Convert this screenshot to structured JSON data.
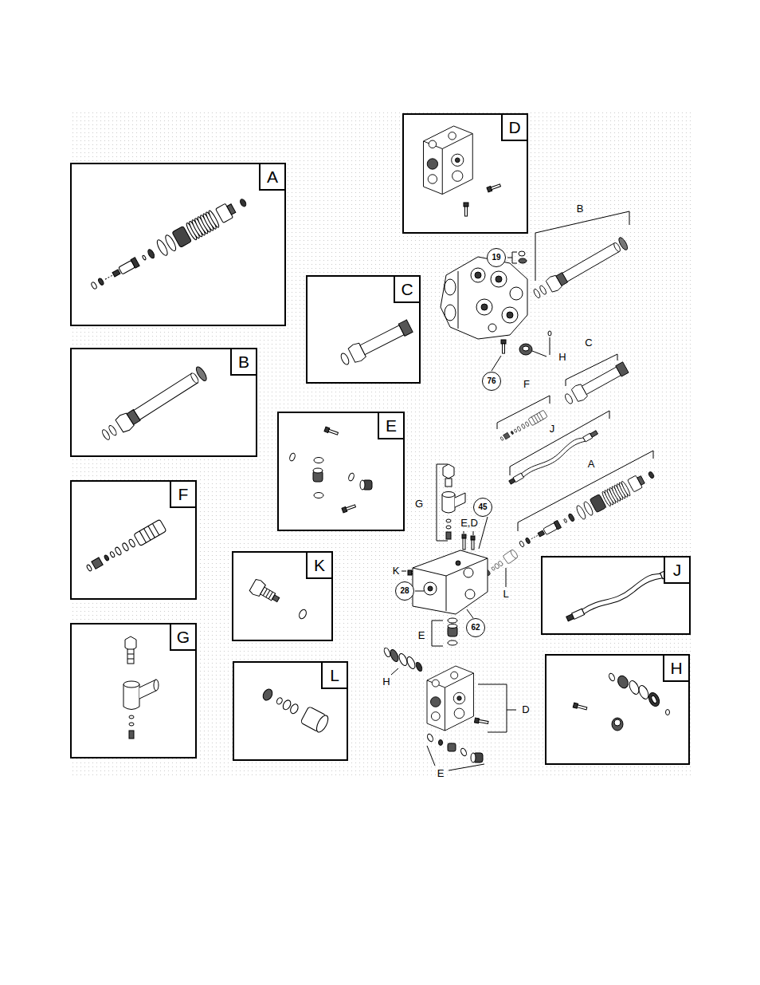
{
  "diagram": {
    "nodes": [
      {
        "text": [
          "D"
        ]
      },
      {
        "text": [
          "A"
        ]
      },
      {
        "text": [
          "C"
        ]
      },
      {
        "text": [
          "B"
        ]
      },
      {
        "text": [
          "E"
        ]
      },
      {
        "text": [
          "F"
        ]
      },
      {
        "text": [
          "K"
        ]
      },
      {
        "text": [
          "J"
        ]
      },
      {
        "text": [
          "G"
        ]
      },
      {
        "text": [
          "L"
        ]
      },
      {
        "text": [
          "H"
        ]
      },
      {
        "text": [
          "19"
        ]
      },
      {
        "text": [
          "76"
        ]
      },
      {
        "text": [
          "45"
        ]
      },
      {
        "text": [
          "28"
        ]
      },
      {
        "text": [
          "62"
        ]
      }
    ],
    "labels": [
      "B",
      "C",
      "H",
      "F",
      "J",
      "A",
      "G",
      "E,D",
      "K",
      "L",
      "E",
      "H",
      "D",
      "E"
    ]
  }
}
